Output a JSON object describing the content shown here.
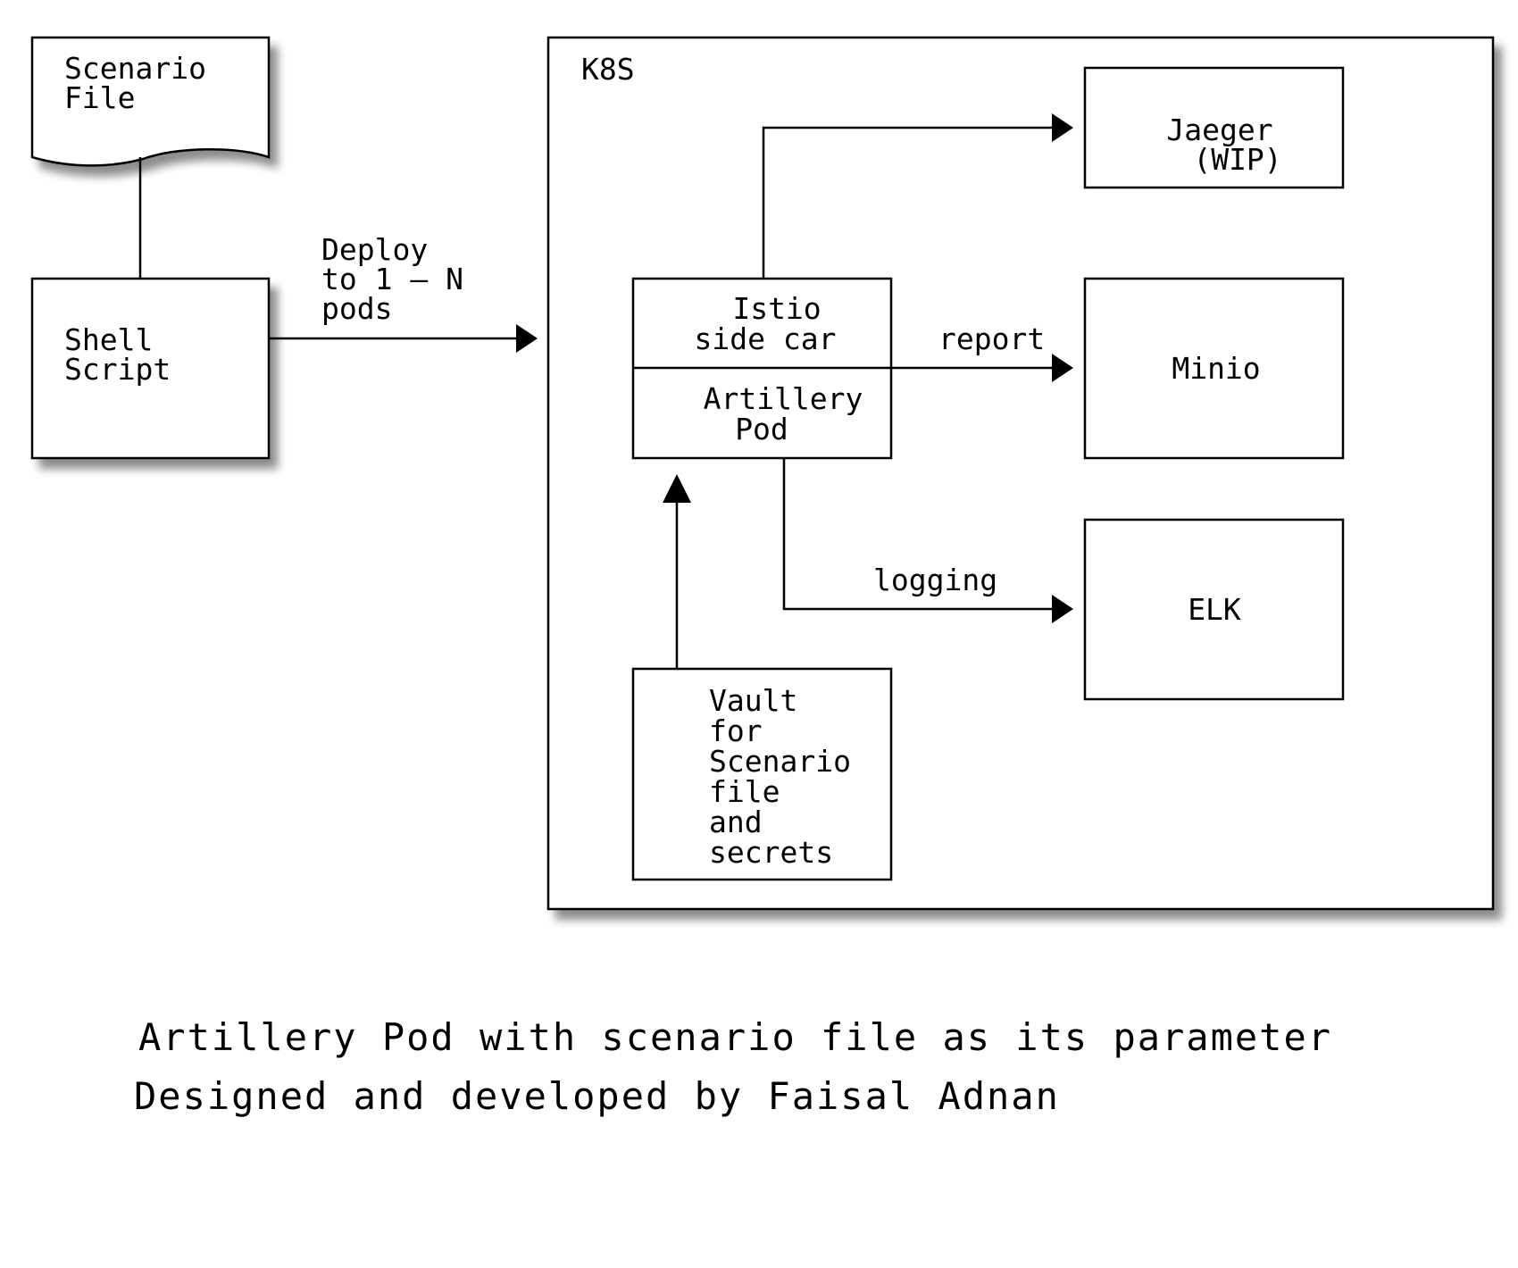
{
  "nodes": {
    "scenario_file": {
      "lines": [
        "Scenario",
        "File"
      ]
    },
    "shell_script": {
      "lines": [
        "Shell",
        "Script"
      ]
    },
    "k8s": {
      "label": "K8S"
    },
    "istio": {
      "lines": [
        "Istio",
        "side car"
      ]
    },
    "artillery": {
      "lines": [
        "Artillery",
        "Pod"
      ]
    },
    "jaeger": {
      "lines": [
        "Jaeger",
        "(WIP)"
      ]
    },
    "minio": {
      "label": "Minio"
    },
    "elk": {
      "label": "ELK"
    },
    "vault": {
      "lines": [
        "Vault",
        "for",
        "Scenario",
        "file",
        "and",
        "secrets"
      ]
    }
  },
  "edges": {
    "deploy": {
      "lines": [
        "Deploy",
        "to 1 — N",
        "pods"
      ]
    },
    "report": {
      "label": "report"
    },
    "logging": {
      "label": "logging"
    }
  },
  "caption": {
    "line1": "Artillery Pod with scenario file as its parameter",
    "line2": "Designed and developed by Faisal Adnan"
  }
}
